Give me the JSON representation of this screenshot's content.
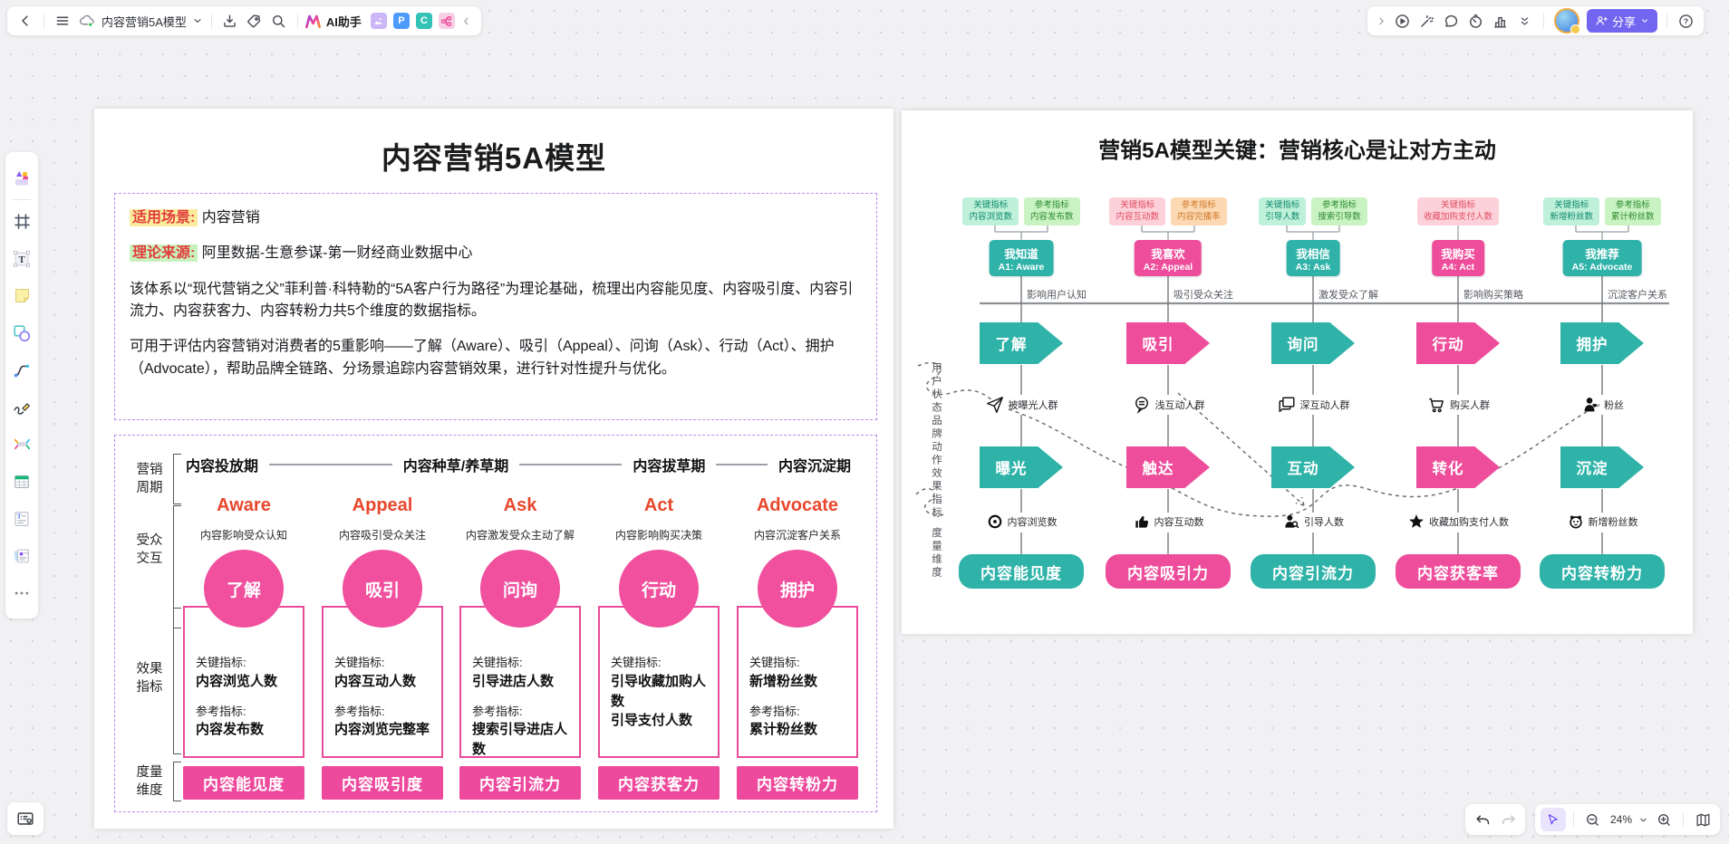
{
  "colors": {
    "pink": "#ee4d9b",
    "teal": "#2fb3a9",
    "stage_red": "#e8472c",
    "dashed_purple": "#b98ced",
    "share_purple": "#7266f0",
    "highlight_yellow": "#f9ec9c",
    "highlight_green": "#c8f2bb"
  },
  "topbar": {
    "title": "内容营销5A模型",
    "ai_assistant": "AI助手",
    "share": "分享",
    "help": "?"
  },
  "footer": {
    "zoom_level": "24%"
  },
  "icons": {
    "topbar_left": [
      "back-icon",
      "menu-icon",
      "cloud-sync-icon",
      "chevron-down-icon",
      "download-icon",
      "tag-icon",
      "search-icon",
      "ai-logo-icon",
      "image-plugin-icon",
      "p-plugin-icon",
      "c-plugin-icon",
      "flow-plugin-icon",
      "collapse-left-icon"
    ],
    "topbar_right": [
      "expand-right-icon",
      "present-icon",
      "laser-pointer-icon",
      "comment-icon",
      "timer-icon",
      "chart-icon",
      "fold-icon",
      "person-plus-icon",
      "chevron-down-icon",
      "help-icon"
    ],
    "sidebar": [
      "templates-icon",
      "frame-icon",
      "text-icon",
      "sticky-note-icon",
      "shapes-icon",
      "connector-icon",
      "pen-icon",
      "mindmap-icon",
      "table-icon",
      "document-icon",
      "cards-icon",
      "more-icon"
    ],
    "bottom": [
      "minimap-icon",
      "undo-icon",
      "redo-icon",
      "pointer-icon",
      "zoom-out-icon",
      "chevron-down-icon",
      "zoom-in-icon",
      "overview-icon"
    ],
    "right_diagram": [
      "paper-plane-icon",
      "chat-bubble-icon",
      "chat-double-icon",
      "cart-icon",
      "fan-heart-icon",
      "eye-icon",
      "thumb-up-icon",
      "person-search-icon",
      "star-icon",
      "panda-icon"
    ]
  },
  "left_doc": {
    "title": "内容营销5A模型",
    "intro": {
      "scene_label": "适用场景:",
      "scene_value": "内容营销",
      "source_label": "理论来源:",
      "source_value": "阿里数据-生意参谋-第一财经商业数据中心",
      "para1": "该体系以“现代营销之父”菲利普·科特勒的“5A客户行为路径”为理论基础，梳理出内容能见度、内容吸引度、内容引流力、内容获客力、内容转粉力共5个维度的数据指标。",
      "para2": "可用于评估内容营销对消费者的5重影响——了解（Aware）、吸引（Appeal）、问询（Ask）、行动（Act）、拥护（Advocate），帮助品牌全链路、分场景追踪内容营销效果，进行针对性提升与优化。"
    },
    "key_label": "关键指标:",
    "ref_label": "参考指标:",
    "row_labels": [
      {
        "a": "营销",
        "b": "周期"
      },
      {
        "a": "受众",
        "b": "交互"
      },
      {
        "a": "效果",
        "b": "指标"
      },
      {
        "a": "度量",
        "b": "维度"
      }
    ],
    "phases": [
      "内容投放期",
      "内容种草/养草期",
      "内容拔草期",
      "内容沉淀期"
    ],
    "columns": [
      {
        "stage": "Aware",
        "desc": "内容影响受众认知",
        "circle": "了解",
        "key": "内容浏览人数",
        "ref": "内容发布数",
        "dimension": "内容能见度"
      },
      {
        "stage": "Appeal",
        "desc": "内容吸引受众关注",
        "circle": "吸引",
        "key": "内容互动人数",
        "ref": "内容浏览完整率",
        "dimension": "内容吸引度"
      },
      {
        "stage": "Ask",
        "desc": "内容激发受众主动了解",
        "circle": "问询",
        "key": "引导进店人数",
        "ref": "搜索引导进店人数",
        "dimension": "内容引流力"
      },
      {
        "stage": "Act",
        "desc": "内容影响购买决策",
        "circle": "行动",
        "key": "引导收藏加购人数",
        "key2": "引导支付人数",
        "dimension": "内容获客力"
      },
      {
        "stage": "Advocate",
        "desc": "内容沉淀客户关系",
        "circle": "拥护",
        "key": "新增粉丝数",
        "ref": "累计粉丝数",
        "dimension": "内容转粉力"
      }
    ]
  },
  "right_doc": {
    "title": "营销5A模型关键：营销核心是让对方主动",
    "tag_key_label": "关键指标",
    "tag_ref_label": "参考指标",
    "side_labels": [
      "用户状态",
      "品牌动作",
      "效果指标",
      "度量维度"
    ],
    "columns": [
      {
        "tag_key": "内容浏览数",
        "tag_ref": "内容发布数",
        "box1": "我知道",
        "box2": "A1: Aware",
        "phase": "影响用户认知",
        "arrow1": "了解",
        "persona": "被曝光人群",
        "arrow2": "曝光",
        "metric": "内容浏览数",
        "dimension": "内容能见度"
      },
      {
        "tag_key": "内容互动数",
        "tag_ref": "内容完播率",
        "box1": "我喜欢",
        "box2": "A2: Appeal",
        "phase": "吸引受众关注",
        "arrow1": "吸引",
        "persona": "浅互动人群",
        "arrow2": "触达",
        "metric": "内容互动数",
        "dimension": "内容吸引力"
      },
      {
        "tag_key": "引导人数",
        "tag_ref": "搜索引导数",
        "box1": "我相信",
        "box2": "A3: Ask",
        "phase": "激发受众了解",
        "arrow1": "询问",
        "persona": "深互动人群",
        "arrow2": "互动",
        "metric": "引导人数",
        "dimension": "内容引流力"
      },
      {
        "tag_key": "收藏加购支付人数",
        "box1": "我购买",
        "box2": "A4: Act",
        "phase": "影响购买策略",
        "arrow1": "行动",
        "persona": "购买人群",
        "arrow2": "转化",
        "metric": "收藏加购支付人数",
        "dimension": "内容获客率"
      },
      {
        "tag_key": "新增粉丝数",
        "tag_ref": "累计粉丝数",
        "box1": "我推荐",
        "box2": "A5: Advocate",
        "phase": "沉淀客户关系",
        "arrow1": "拥护",
        "persona": "粉丝",
        "arrow2": "沉淀",
        "metric": "新增粉丝数",
        "dimension": "内容转粉力"
      }
    ]
  }
}
